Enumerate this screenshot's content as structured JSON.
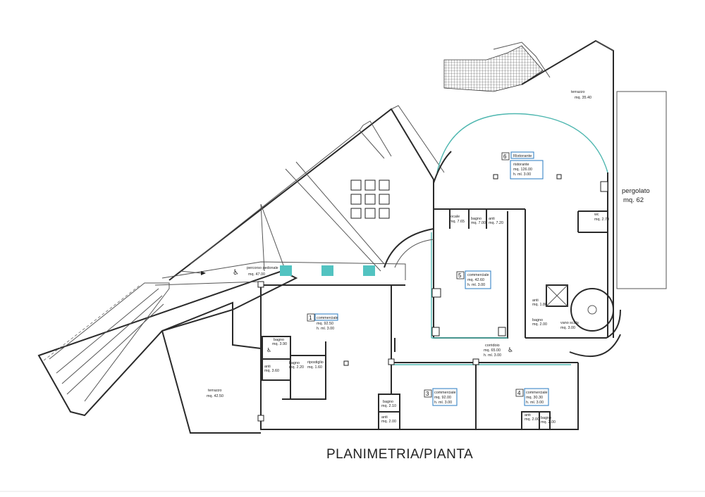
{
  "title": "PLANIMETRIA/PIANTA",
  "terraces": {
    "north": {
      "name": "terrazzo",
      "area": "mq. 35.40"
    },
    "south": {
      "name": "terrazzo",
      "area": "mq. 42.50"
    }
  },
  "pergola": {
    "name": "pergolato",
    "area": "mq. 62"
  },
  "walkway": {
    "name": "percorso pedonale",
    "area": "mq. 47.00"
  },
  "corridor": {
    "name": "corridoio",
    "area": "mq. 65.00",
    "height": "h. ml. 3.00"
  },
  "units": [
    {
      "number": "1",
      "name": "commerciale",
      "area": "mq. 92.50",
      "height": "h. ml. 3.00"
    },
    {
      "number": "3",
      "name": "commerciale",
      "area": "mq. 92.00",
      "height": "h. ml. 3.00"
    },
    {
      "number": "4",
      "name": "commerciale",
      "area": "mq. 30.30",
      "height": "h. ml. 3.00"
    },
    {
      "number": "5",
      "name": "commerciale",
      "area": "mq. 42.60",
      "height": "h. ml. 3.00"
    },
    {
      "number": "6",
      "name": "ristorante",
      "title": "Ristorante",
      "area": "mq. 126.00",
      "height": "h. ml. 3.00"
    }
  ],
  "service_rooms": {
    "bagno_u1": {
      "name": "bagno",
      "area": "mq. 3.90"
    },
    "bagno_u1b": {
      "name": "bagno",
      "area": "mq. 2.20"
    },
    "antibagno_u1": {
      "name": "anti",
      "area": "mq. 3.60"
    },
    "ripostiglio_u1": {
      "name": "ripostiglio",
      "area": "mq. 1.60"
    },
    "bagno_u3": {
      "name": "bagno",
      "area": "mq. 2.10"
    },
    "anti_u3": {
      "name": "anti",
      "area": "mq. 2.00"
    },
    "bagno_u4": {
      "name": "bagno",
      "area": "mq. 2.00"
    },
    "anti_u4": {
      "name": "anti",
      "area": "mq. 2.00"
    },
    "bagno_u6a": {
      "name": "bagno",
      "area": "mq. 7.00"
    },
    "anti_u6": {
      "name": "anti",
      "area": "mq. 7.20"
    },
    "locale_u6": {
      "name": "locale",
      "area": "mq. 7.65"
    },
    "vano_scala": {
      "name": "vano scala",
      "area": "mq. 3.00"
    },
    "anti_scala": {
      "name": "anti",
      "area": "mq. 1.80"
    },
    "bagno_scala": {
      "name": "bagno",
      "area": "mq. 2.00"
    },
    "wc_rist": {
      "name": "wc",
      "area": "mq. 2.70"
    }
  }
}
